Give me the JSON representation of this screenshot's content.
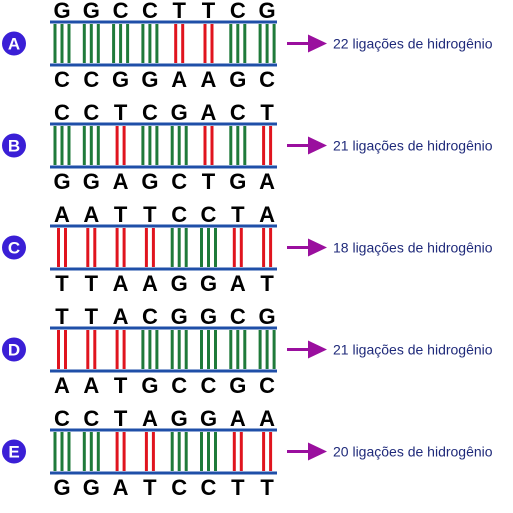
{
  "colors": {
    "background": "#ffffff",
    "backbone": "#1f4fa8",
    "gc_bond": "#1f7a3a",
    "at_bond": "#e0141e",
    "badge": "#3a1fd6",
    "arrow": "#9a0f9e",
    "label": "#1f2a7a",
    "base_text": "#000000"
  },
  "options": [
    {
      "letter": "A",
      "top": "GGCCTTCG",
      "bottom": "CCGGAAGC",
      "label": "22 ligações de hidrogênio"
    },
    {
      "letter": "B",
      "top": "CCTCGACT",
      "bottom": "GGAGCTGA",
      "label": "21 ligações de hidrogênio"
    },
    {
      "letter": "C",
      "top": "AATTCCTA",
      "bottom": "TTAAGGAT",
      "label": "18 ligações de hidrogênio"
    },
    {
      "letter": "D",
      "top": "TTACGGCG",
      "bottom": "AATGCCGC",
      "label": "21 ligações de hidrogênio"
    },
    {
      "letter": "E",
      "top": "CCTAGGAA",
      "bottom": "GGATCCTT",
      "label": "20 ligações de hidrogênio"
    }
  ]
}
